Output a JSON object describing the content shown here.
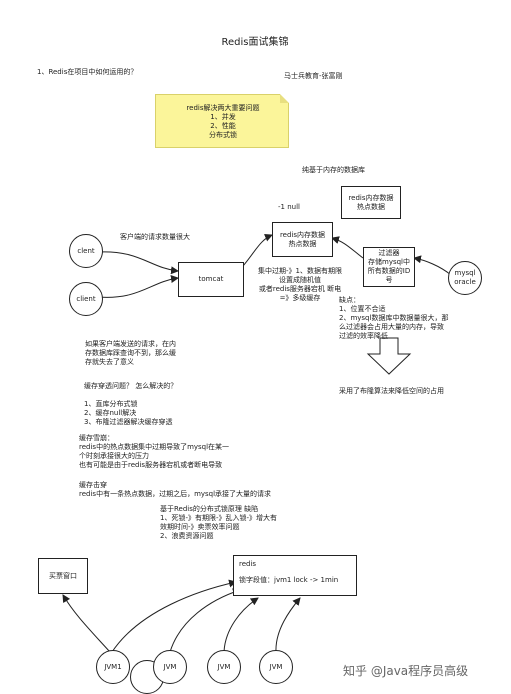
{
  "title": "Redis面试集锦",
  "author": "马士兵教育-张富刚",
  "question1": "1、Redis在项目中如何运用的？",
  "note": {
    "text": "redis解决两大重要问题\n1、并发\n2、性能\n分布式锁"
  },
  "pure_memory_label": "纯基于内存的数据库",
  "neg1_null": "-1 null",
  "boxes": {
    "hot_data_top": "redis内存数据\n热点数据",
    "redis_hot": "redis内存数据\n热点数据",
    "tomcat": "tomcat",
    "filter": "过滤器\n存储mysql中\n所有数据的ID\n号",
    "buy_window": "买票窗口",
    "redis_lock_title": "redis",
    "redis_lock_text": "锁字段值：jvm1 lock -> 1min"
  },
  "circles": {
    "client1": "clent",
    "client2": "client",
    "mysql": "mysql\noracle",
    "jvm1": "JVM1",
    "jvm2": "JVM",
    "jvm3": "JVM",
    "jvm4": "JVM"
  },
  "client_volume": "客户端的请求数量很大",
  "expire_note": "集中过期-》1、数据有期限\n设置成随机值\n或者redis服务器宕机 断电\n=》多级缓存",
  "weakness": "缺点：\n1、位置不合适\n2、mysql数据库中数据量很大，那\n么过滤器会占用大量的内存，导致\n过滤的效率降低",
  "space_for_time": "采用了布隆算法来降低空间的占用",
  "client_attack": "如果客户端发送的请求，在内\n存数据库踩查询不到，那么缓\n存就失去了意义",
  "penetration": "缓存穿透问题？ 怎么解决的？\n\n1、直库分布式锁\n2、缓存null解决\n3、布隆过滤器解决缓存穿透",
  "avalanche": "缓存雪崩：\nredis中的热点数据集中过期导致了mysql在某一\n个时刻承接很大的压力\n也有可能是由于redis服务器宕机或者断电导致",
  "breakdown": "缓存击穿\nredis中有一条热点数据，过期之后，mysql承接了大量的请求",
  "dist_lock_flaw": "基于Redis的分布式锁原理 缺陷\n1、死锁-》有期限-》乱入锁-》增大有\n效期时间-》卖票效率问题\n2、浪费资源问题",
  "watermark": "知乎 @Java程序员高级"
}
